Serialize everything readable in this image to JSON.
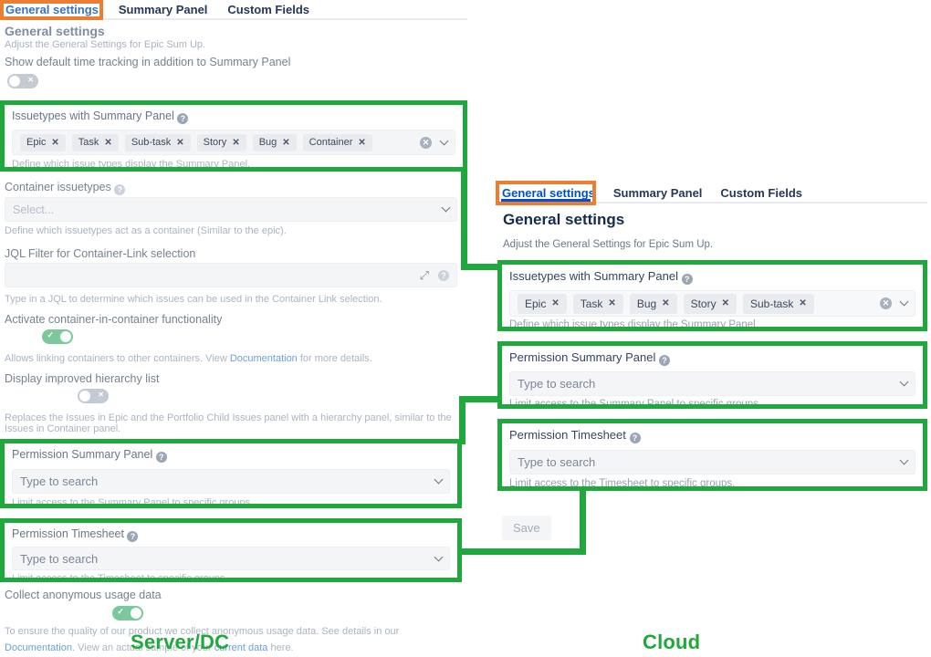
{
  "colors": {
    "highlight_green": "#1fa83c",
    "highlight_orange": "#ed7d31",
    "tab_active_blue": "#0052cc",
    "toggle_on_green": "#7cc79b",
    "toggle_off_gray": "#c3cad3",
    "link_blue": "#6c9fd8"
  },
  "annotations": {
    "server_label": "Server/DC",
    "cloud_label": "Cloud"
  },
  "server": {
    "tabs": [
      {
        "label": "General settings"
      },
      {
        "label": "Summary Panel"
      },
      {
        "label": "Custom Fields"
      }
    ],
    "heading": "General settings",
    "subheading": "Adjust the General Settings for Epic Sum Up.",
    "time_tracking": {
      "label": "Show default time tracking in addition to Summary Panel",
      "state": "off"
    },
    "issuetypes": {
      "label": "Issuetypes with Summary Panel",
      "tags": [
        "Epic",
        "Task",
        "Sub-task",
        "Story",
        "Bug",
        "Container"
      ],
      "helper": "Define which issue types display the Summary Panel."
    },
    "container_issuetypes": {
      "label": "Container issuetypes",
      "placeholder": "Select...",
      "helper": "Define which issuetypes act as a container (Similar to the epic)."
    },
    "jql_filter": {
      "label": "JQL Filter for Container-Link selection",
      "value": "",
      "helper": "Type in a JQL to determine which issues can be used in the Container Link selection."
    },
    "container_in_container": {
      "label": "Activate container-in-container functionality",
      "state": "on",
      "helper_prefix": "Allows linking containers to other containers. View ",
      "helper_link": "Documentation",
      "helper_suffix": " for more details."
    },
    "hierarchy_list": {
      "label": "Display improved hierarchy list",
      "state": "off",
      "helper": "Replaces the Issues in Epic and the Portfolio Child Issues panel with a hierarchy panel, similar to the Issues in Container panel."
    },
    "permission_summary": {
      "label": "Permission Summary Panel",
      "placeholder": "Type to search",
      "helper": "Limit access to the Summary Panel to specific groups."
    },
    "permission_timesheet": {
      "label": "Permission Timesheet",
      "placeholder": "Type to search",
      "helper": "Limit access to the Timesheet to specific groups."
    },
    "usage_data": {
      "label": "Collect anonymous usage data",
      "state": "on",
      "helper_part1": "To ensure the quality of our product we collect anonymous usage data. See details in our ",
      "link1": "Documentation",
      "helper_part2": ". View an actual sample of your ",
      "link2": "current data",
      "helper_part3": " here."
    }
  },
  "cloud": {
    "tabs": [
      {
        "label": "General settings"
      },
      {
        "label": "Summary Panel"
      },
      {
        "label": "Custom Fields"
      }
    ],
    "heading": "General settings",
    "subheading": "Adjust the General Settings for Epic Sum Up.",
    "issuetypes": {
      "label": "Issuetypes with Summary Panel",
      "tags": [
        "Epic",
        "Task",
        "Bug",
        "Story",
        "Sub-task"
      ],
      "helper": "Define which issue types display the Summary Panel."
    },
    "permission_summary": {
      "label": "Permission Summary Panel",
      "placeholder": "Type to search",
      "helper": "Limit access to the Summary Panel to specific groups."
    },
    "permission_timesheet": {
      "label": "Permission Timesheet",
      "placeholder": "Type to search",
      "helper": "Limit access to the Timesheet to specific groups."
    },
    "save_label": "Save"
  }
}
